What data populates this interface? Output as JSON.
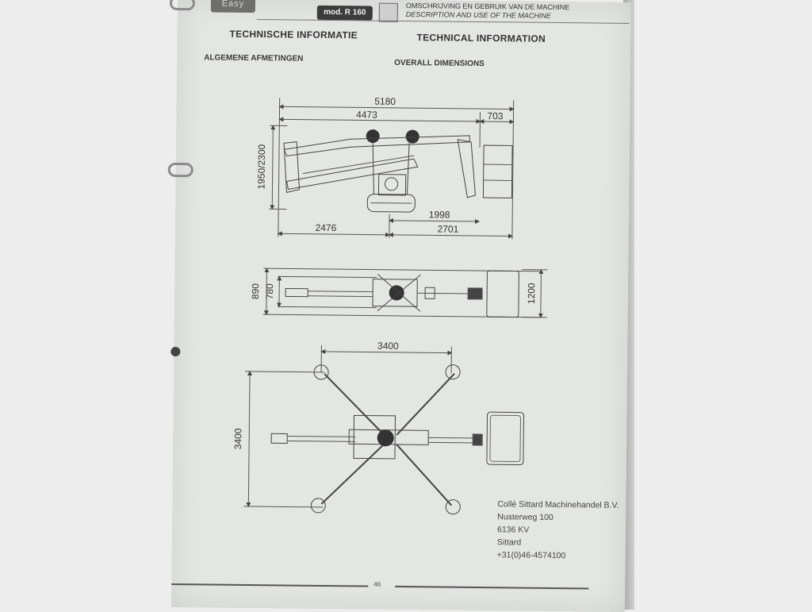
{
  "header": {
    "logo_text": "Easy",
    "model_label": "mod. R 160",
    "description_nl": "OMSCHRIJVING EN GEBRUIK VAN DE MACHINE",
    "description_en": "DESCRIPTION AND USE OF THE MACHINE"
  },
  "section": {
    "title_nl": "TECHNISCHE INFORMATIE",
    "title_en": "TECHNICAL INFORMATION",
    "subtitle_nl": "ALGEMENE AFMETINGEN",
    "subtitle_en": "OVERALL DIMENSIONS"
  },
  "side_view": {
    "total_length": "5180",
    "boom_length": "4473",
    "basket_overhang": "703",
    "height": "1950/2300",
    "rear_to_pivot": "2476",
    "pivot_to_basket_top": "1998",
    "pivot_to_front": "2701"
  },
  "top_view": {
    "outer_width": "890",
    "inner_width": "780",
    "basket_width": "1200"
  },
  "outrigger_view": {
    "span_width": "3400",
    "span_depth": "3400"
  },
  "address": {
    "company": "Collé Sittard Machinehandel B.V.",
    "street": "Nusterweg 100",
    "postcode": "6136 KV",
    "city": "Sittard",
    "phone": "+31(0)46-4574100"
  },
  "page_number": "46"
}
